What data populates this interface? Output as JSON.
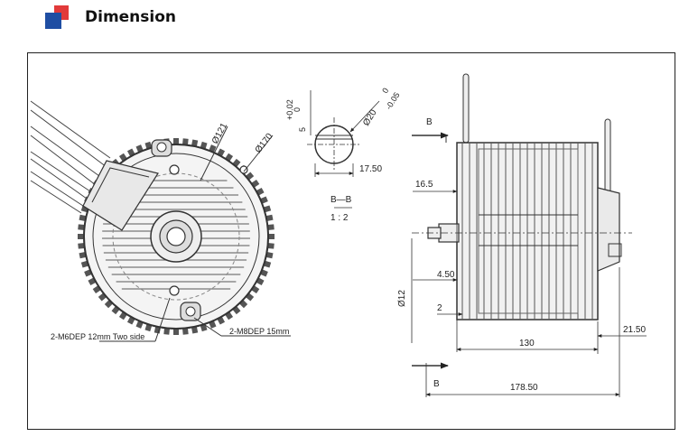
{
  "header": {
    "title": "Dimension"
  },
  "drawing": {
    "front_view": {
      "dia_inner": "Ø121",
      "dia_outer": "Ø170",
      "note_left": "2-M6DEP 12mm Two side",
      "note_right": "2-M8DEP 15mm"
    },
    "section_view": {
      "tol_upper": "+0.02",
      "tol_lower": "0",
      "dim_5": "5",
      "dia_shaft": "Ø20",
      "shaft_tol_upper": "0",
      "shaft_tol_lower": "-0.05",
      "dim_width": "17.50",
      "section_label": "B—B",
      "scale": "1 : 2"
    },
    "side_view": {
      "cut_label_top": "B",
      "cut_label_bottom": "B",
      "dim_16_5": "16.5",
      "dim_4_50": "4.50",
      "dim_2": "2",
      "dia_12": "Ø12",
      "dim_130": "130",
      "dim_21_50": "21.50",
      "dim_178_50": "178.50"
    }
  }
}
